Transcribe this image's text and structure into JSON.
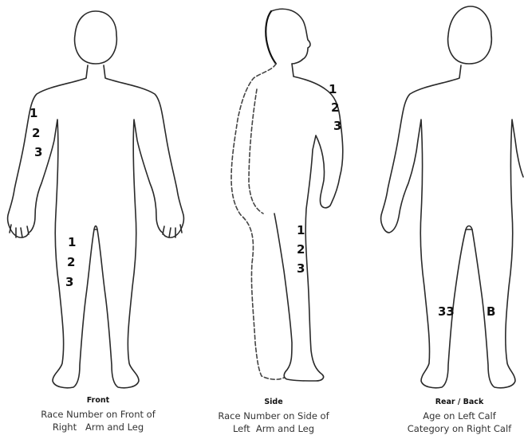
{
  "figures": {
    "front": {
      "title": "Front",
      "desc_line1": "Race Number on Front of",
      "desc_line2": "Right   Arm and Leg",
      "arm_marks": [
        "1",
        "2",
        "3"
      ],
      "leg_marks": [
        "1",
        "2",
        "3"
      ]
    },
    "side": {
      "title": "Side",
      "desc_line1": "Race Number on Side of",
      "desc_line2": "Left  Arm and Leg",
      "arm_marks": [
        "1",
        "2",
        "3"
      ],
      "leg_marks": [
        "1",
        "2",
        "3"
      ]
    },
    "rear": {
      "title": "Rear / Back",
      "desc_line1": "Age on Left Calf",
      "desc_line2": "Category on Right Calf",
      "left_calf_mark": "33",
      "right_calf_mark": "B"
    }
  }
}
